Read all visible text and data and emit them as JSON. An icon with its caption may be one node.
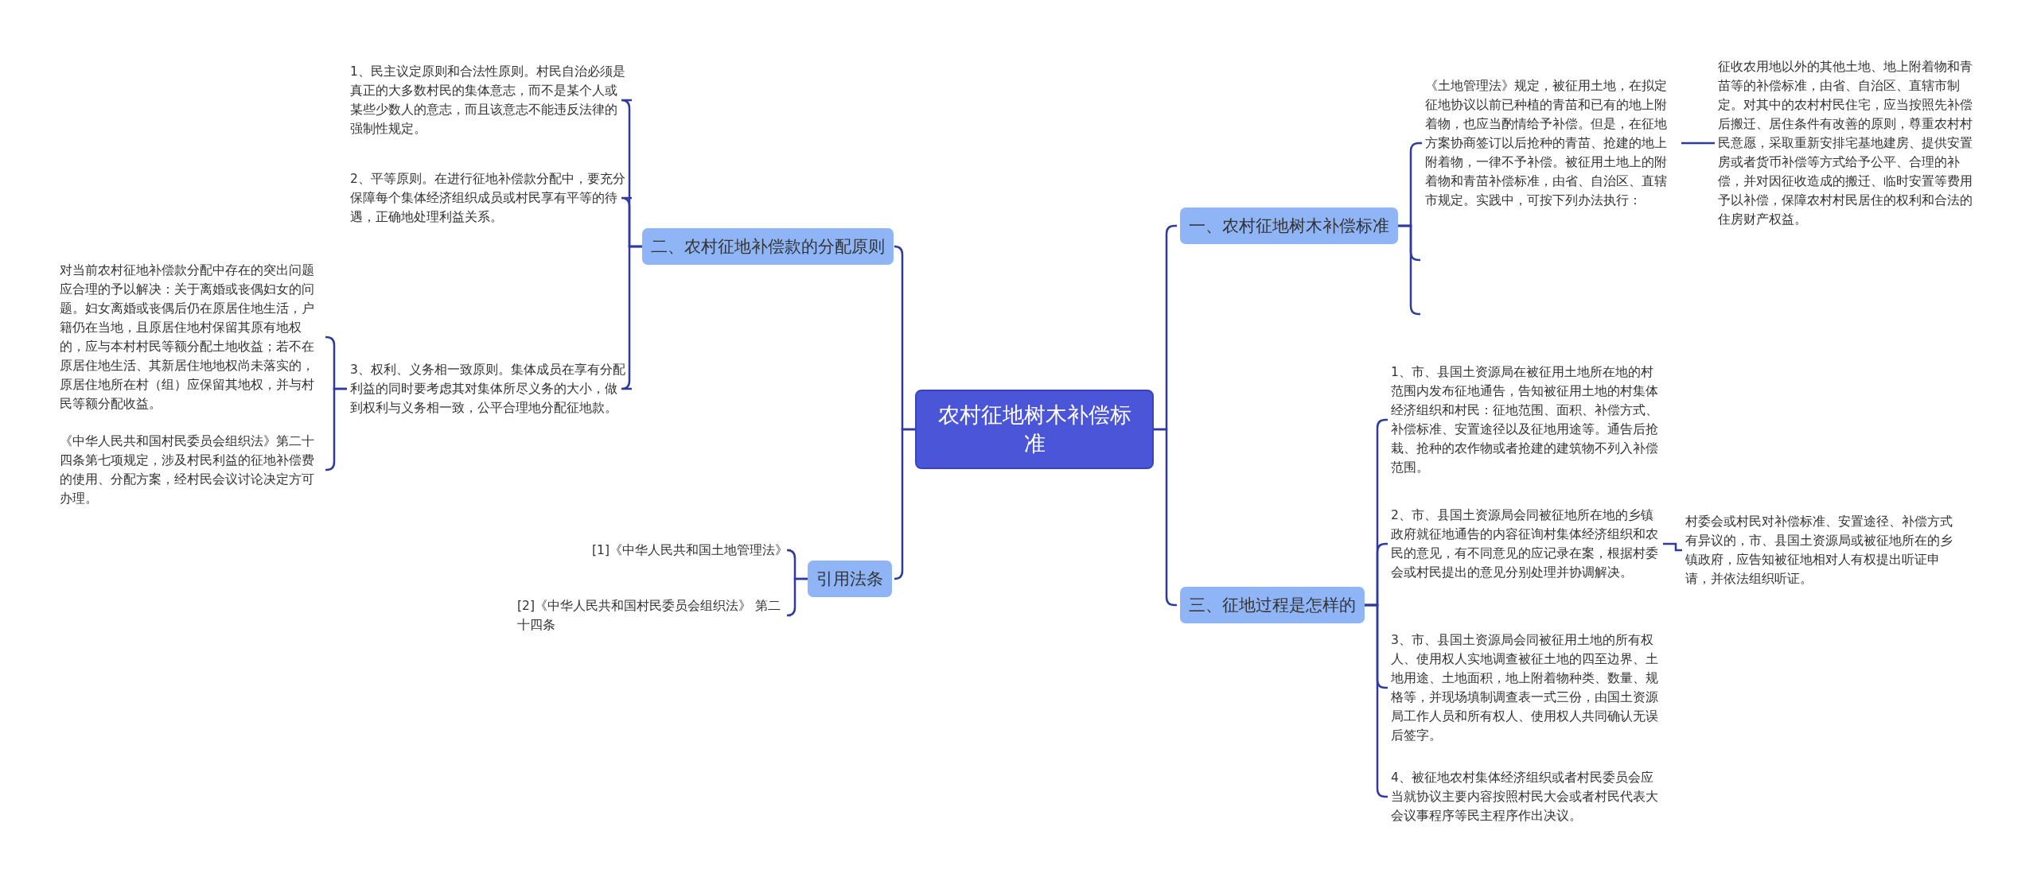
{
  "diagram": {
    "nodes": [
      {
        "text": [
          "农村征地树木补偿标准"
        ]
      },
      {
        "text": [
          "一、农村征地树木补偿标准"
        ]
      },
      {
        "text": [
          "《土地管理法》规定，被征用土地，在拟定征地协议以前已种植的青苗和已有的地上附着物，也应当酌情给予补偿。但是，在征地方案协商签订以后抢种的青苗、抢建的地上附着物，一律不予补偿。被征用土地上的附着物和青苗补偿标准，由省、自治区、直辖市规定。实践中，可按下列办法执行："
        ]
      },
      {
        "text": [
          "征收农用地以外的其他土地、地上附着物和青苗等的补偿标准，由省、自治区、直辖市制定。对其中的农村村民住宅，应当按照先补偿后搬迁、居住条件有改善的原则，尊重农村村民意愿，采取重新安排宅基地建房、提供安置房或者货币补偿等方式给予公平、合理的补偿，并对因征收造成的搬迁、临时安置等费用予以补偿，保障农村村民居住的权利和合法的住房财产权益。"
        ]
      },
      {
        "text": [
          "三、征地过程是怎样的"
        ]
      },
      {
        "text": [
          "1、市、县国土资源局在被征用土地所在地的村范围内发布征地通告，告知被征用土地的村集体经济组织和村民：征地范围、面积、补偿方式、补偿标准、安置途径以及征地用途等。通告后抢栽、抢种的农作物或者抢建的建筑物不列入补偿范围。"
        ]
      },
      {
        "text": [
          "2、市、县国土资源局会同被征地所在地的乡镇政府就征地通告的内容征询村集体经济组织和农民的意见，有不同意见的应记录在案，根据村委会或村民提出的意见分别处理并协调解决。"
        ]
      },
      {
        "text": [
          "3、市、县国土资源局会同被征用土地的所有权人、使用权人实地调查被征土地的四至边界、土地用途、土地面积，地上附着物种类、数量、规格等，并现场填制调查表一式三份，由国土资源局工作人员和所有权人、使用权人共同确认无误后签字。"
        ]
      },
      {
        "text": [
          "4、被征地农村集体经济组织或者村民委员会应当就协议主要内容按照村民大会或者村民代表大会议事程序等民主程序作出决议。"
        ]
      },
      {
        "text": [
          "村委会或村民对补偿标准、安置途径、补偿方式有异议的，市、县国土资源局或被征地所在的乡镇政府，应告知被征地相对人有权提出听证申请，并依法组织听证。"
        ]
      },
      {
        "text": [
          "二、农村征地补偿款的分配原则"
        ]
      },
      {
        "text": [
          "1、民主议定原则和合法性原则。村民自治必须是真正的大多数村民的集体意志，而不是某个人或某些少数人的意志，而且该意志不能违反法律的强制性规定。"
        ]
      },
      {
        "text": [
          "2、平等原则。在进行征地补偿款分配中，要充分保障每个集体经济组织成员或村民享有平等的待遇，正确地处理利益关系。"
        ]
      },
      {
        "text": [
          "3、权利、义务相一致原则。集体成员在享有分配利益的同时要考虑其对集体所尽义务的大小，做到权利与义务相一致，公平合理地分配征地款。"
        ]
      },
      {
        "text": [
          "对当前农村征地补偿款分配中存在的突出问题应合理的予以解决：关于离婚或丧偶妇女的问题。妇女离婚或丧偶后仍在原居住地生活，户籍仍在当地，且原居住地村保留其原有地权的，应与本村村民等额分配土地收益；若不在原居住地生活、其新居住地地权尚未落实的，原居住地所在村（组）应保留其地权，并与村民等额分配收益。"
        ]
      },
      {
        "text": [
          "《中华人民共和国村民委员会组织法》第二十四条第七项规定，涉及村民利益的征地补偿费的使用、分配方案，经村民会议讨论决定方可办理。"
        ]
      },
      {
        "text": [
          "引用法条"
        ]
      },
      {
        "text": [
          "[1]《中华人民共和国土地管理法》"
        ]
      },
      {
        "text": [
          "[2]《中华人民共和国村民委员会组织法》 第二十四条"
        ]
      }
    ],
    "edges": [
      {
        "from": 0,
        "to": 1,
        "arrow": "none"
      },
      {
        "from": 0,
        "to": 4,
        "arrow": "none"
      },
      {
        "from": 0,
        "to": 10,
        "arrow": "none"
      },
      {
        "from": 0,
        "to": 16,
        "arrow": "none"
      },
      {
        "from": 1,
        "to": 2,
        "arrow": "none"
      },
      {
        "from": 1,
        "to": null,
        "arrow": "none"
      },
      {
        "from": 1,
        "to": null,
        "arrow": "none"
      },
      {
        "from": 2,
        "to": 3,
        "arrow": "none"
      },
      {
        "from": 4,
        "to": 5,
        "arrow": "none"
      },
      {
        "from": 4,
        "to": 6,
        "arrow": "none"
      },
      {
        "from": 4,
        "to": 7,
        "arrow": "none"
      },
      {
        "from": 4,
        "to": 8,
        "arrow": "none"
      },
      {
        "from": 6,
        "to": 9,
        "arrow": "none"
      },
      {
        "from": 10,
        "to": 11,
        "arrow": "none"
      },
      {
        "from": 10,
        "to": 12,
        "arrow": "none"
      },
      {
        "from": 10,
        "to": 13,
        "arrow": "none"
      },
      {
        "from": 13,
        "to": 14,
        "arrow": "none"
      },
      {
        "from": 13,
        "to": 15,
        "arrow": "none"
      },
      {
        "from": 16,
        "to": 17,
        "arrow": "none"
      },
      {
        "from": 16,
        "to": 18,
        "arrow": "none"
      }
    ]
  }
}
